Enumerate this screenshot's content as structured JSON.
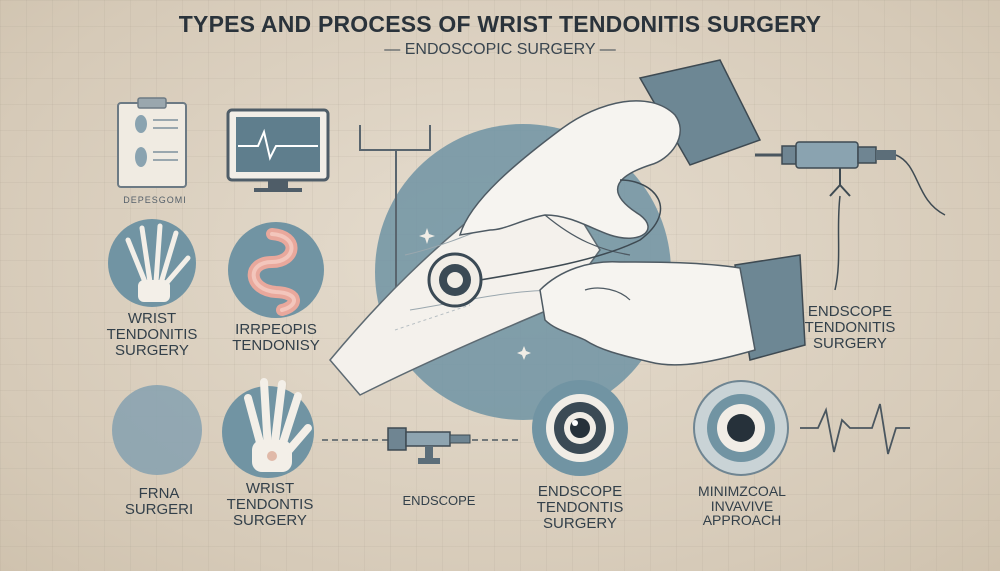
{
  "header": {
    "title": "Types and Process of Wrist Tendonitis Surgery",
    "subtitle": "— Endoscopic Surgery —"
  },
  "left_column": {
    "clipboard_caption": "Depesgomi",
    "panel1_label": [
      "Wrist",
      "Tendonitis",
      "Surgery"
    ],
    "panel2_label": [
      "Irrpeopis",
      "Tendonisy"
    ],
    "panel3_label": [
      "Frna",
      "Surgeri"
    ],
    "panel4_label": [
      "Wrist",
      "Tendontis",
      "Surgery"
    ]
  },
  "right_column": {
    "label": [
      "Endscope",
      "Tendonitis",
      "Surgery"
    ]
  },
  "bottom_row": {
    "endoscope_label": "Endscope",
    "lens_label": [
      "Endscope",
      "Tendontis",
      "Surgery"
    ],
    "approach_label": [
      "Minimzcoal",
      "Invavive",
      "Approach"
    ]
  },
  "colors": {
    "background": "#d7ccbb",
    "accent_blue": "#6f93a3",
    "suit_blue": "#6d8794",
    "ink": "#2f3a44"
  },
  "icons": [
    "clipboard-icon",
    "monitor-icon",
    "iv-stand-icon",
    "hand-xray-icon",
    "intestine-icon",
    "endoscope-icon",
    "lens-icon",
    "heartbeat-icon"
  ]
}
